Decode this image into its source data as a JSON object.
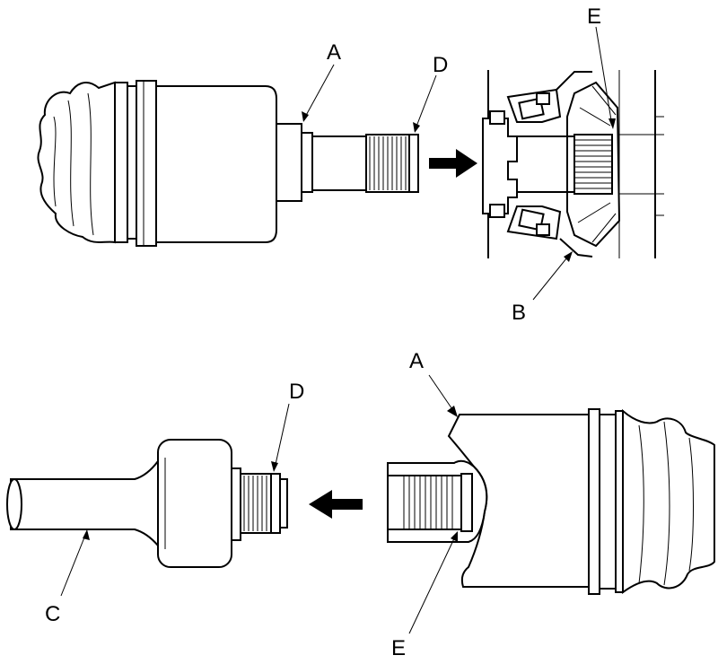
{
  "labels": {
    "top_a": "A",
    "top_d": "D",
    "top_e": "E",
    "top_b": "B",
    "bot_a": "A",
    "bot_d": "D",
    "bot_c": "C",
    "bot_e": "E"
  },
  "colors": {
    "ink": "#000000",
    "background": "#ffffff"
  }
}
